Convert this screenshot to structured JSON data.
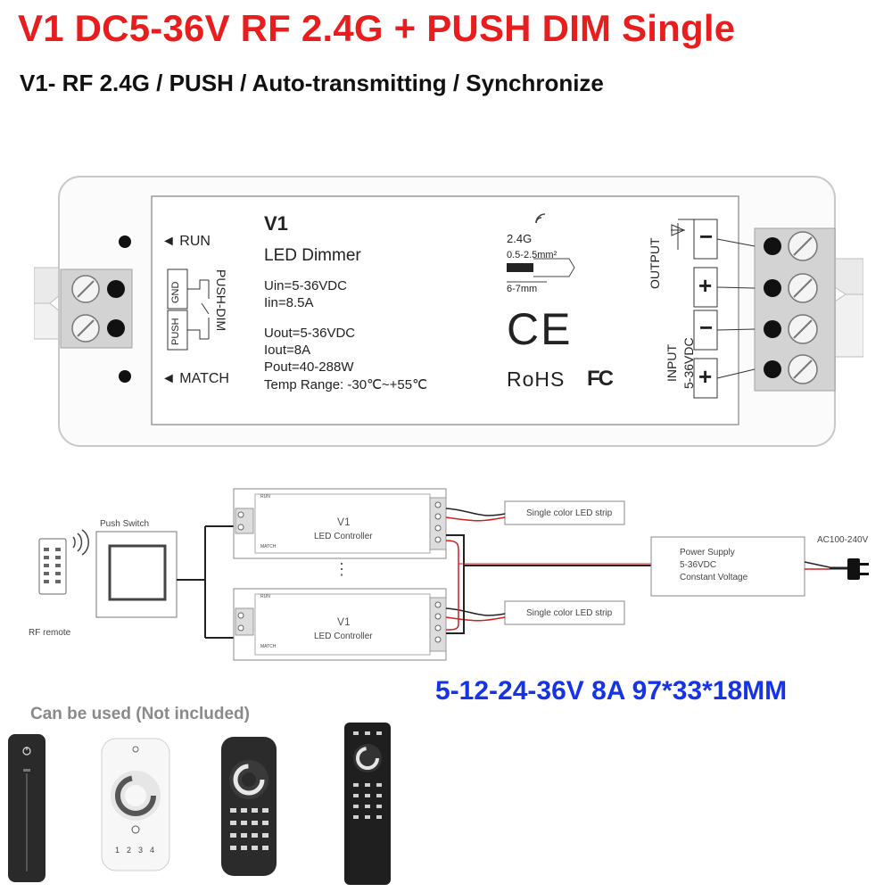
{
  "header": {
    "title": "V1 DC5-36V RF 2.4G + PUSH DIM Single",
    "subtitle": "V1- RF 2.4G / PUSH / Auto-transmitting / Synchronize"
  },
  "device": {
    "model": "V1",
    "name": "LED Dimmer",
    "input_specs": [
      "Uin=5-36VDC",
      "Iin=8.5A"
    ],
    "output_specs": [
      "Uout=5-36VDC",
      "Iout=8A",
      "Pout=40-288W",
      "Temp Range: -30℃~+55℃"
    ],
    "run_label": "◄ RUN",
    "match_label": "◄ MATCH",
    "push_dim_label": "PUSH-DIM",
    "gnd_label": "GND",
    "push_label": "PUSH",
    "rf_label": "2.4G",
    "wire_gauge": "0.5-2.5mm²",
    "strip_length": "6-7mm",
    "ce_mark": "CE",
    "rohs_mark": "RoHS",
    "fc_mark": "FC",
    "output_label": "OUTPUT",
    "input_label_1": "INPUT",
    "input_label_2": "5-36VDC",
    "minus": "−",
    "plus": "+"
  },
  "diagram": {
    "push_switch": "Push Switch",
    "rf_remote": "RF remote",
    "controller_model": "V1",
    "controller_name": "LED Controller",
    "run": "RUN",
    "match": "MATCH",
    "strip": "Single color LED strip",
    "psu_lines": [
      "Power Supply",
      "5-36VDC",
      "Constant Voltage"
    ],
    "ac": "AC100-240V",
    "ellipsis": "⋮"
  },
  "spec_line": "5-12-24-36V 8A 97*33*18MM",
  "accessories_caption": "Can be used (Not included)",
  "remote_keys": [
    "1",
    "2",
    "3",
    "4"
  ],
  "colors": {
    "title": "#e81d1d",
    "spec": "#1633e6",
    "caption": "#8a8a8a",
    "terminal": "#d9d9d9",
    "wire_red": "#d02020"
  }
}
